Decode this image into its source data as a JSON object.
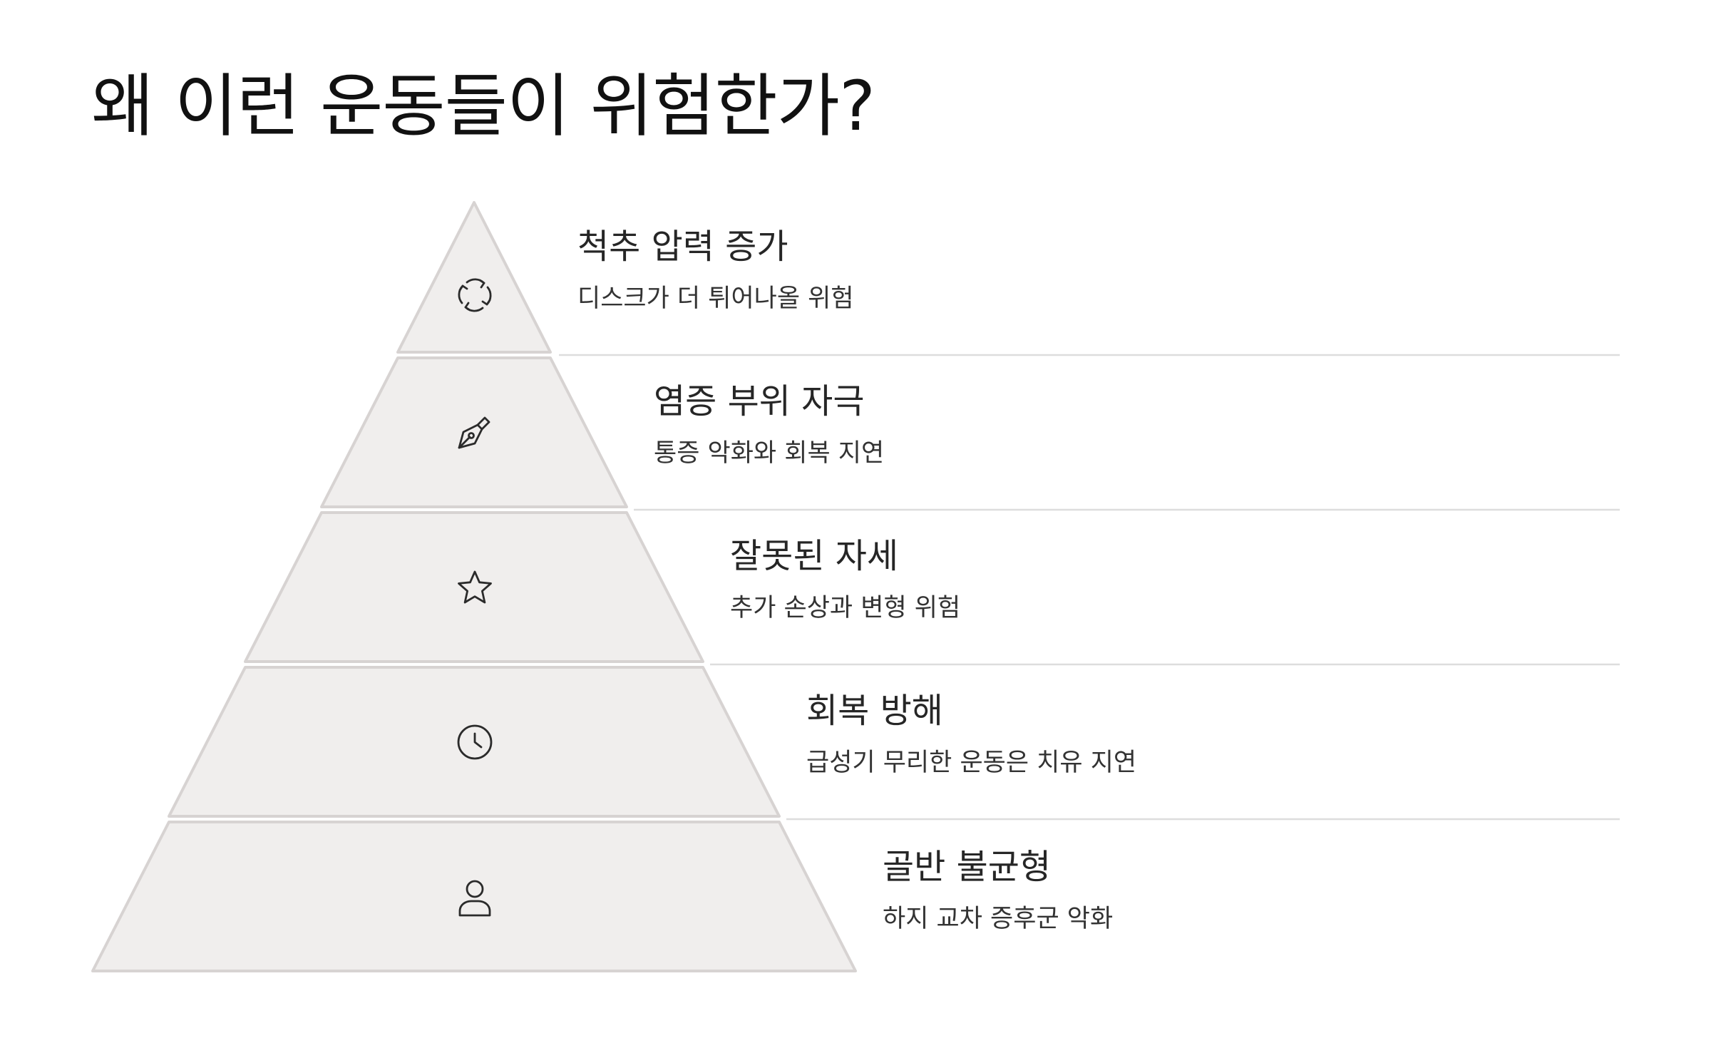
{
  "title": "왜 이런 운동들이 위험한가?",
  "colors": {
    "tier_fill": "#f0eeed",
    "tier_stroke": "#d7d3d2",
    "divider": "#dddddd",
    "icon": "#2b2b2b"
  },
  "tiers": [
    {
      "icon": "arrows-cycle-icon",
      "title": "척추 압력 증가",
      "description": "디스크가 더 튀어나올 위험"
    },
    {
      "icon": "pen-nib-icon",
      "title": "염증 부위 자극",
      "description": "통증 악화와 회복 지연"
    },
    {
      "icon": "star-icon",
      "title": "잘못된 자세",
      "description": "추가 손상과 변형 위험"
    },
    {
      "icon": "clock-icon",
      "title": "회복 방해",
      "description": "급성기 무리한 운동은 치유 지연"
    },
    {
      "icon": "person-icon",
      "title": "골반 불균형",
      "description": "하지 교차 증후군 악화"
    }
  ]
}
